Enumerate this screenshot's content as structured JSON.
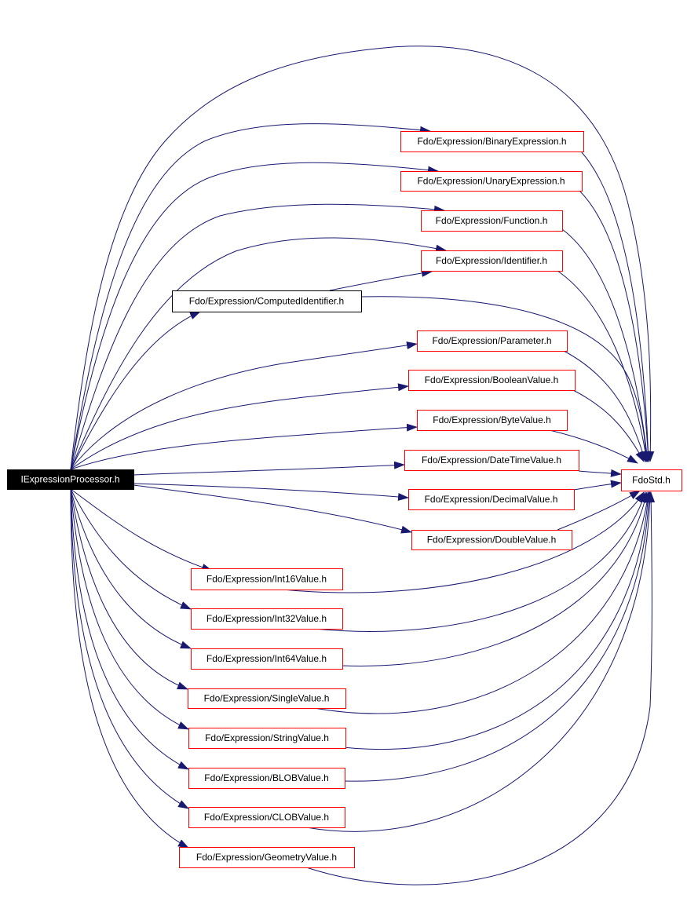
{
  "colors": {
    "edge": "#191970",
    "root_fill": "#000000",
    "root_text": "#ffffff",
    "include_border_red": "#ff0000",
    "include_border_black": "#000000",
    "text": "#000000",
    "background": "#ffffff"
  },
  "graph": {
    "root": "IExpressionProcessor.h",
    "target": "FdoStd.h",
    "nodes": [
      {
        "id": "root",
        "label": "IExpressionProcessor.h",
        "style": "root"
      },
      {
        "id": "binary",
        "label": "Fdo/Expression/BinaryExpression.h",
        "style": "red"
      },
      {
        "id": "unary",
        "label": "Fdo/Expression/UnaryExpression.h",
        "style": "red"
      },
      {
        "id": "function",
        "label": "Fdo/Expression/Function.h",
        "style": "red"
      },
      {
        "id": "identifier",
        "label": "Fdo/Expression/Identifier.h",
        "style": "red"
      },
      {
        "id": "computed",
        "label": "Fdo/Expression/ComputedIdentifier.h",
        "style": "black"
      },
      {
        "id": "parameter",
        "label": "Fdo/Expression/Parameter.h",
        "style": "red"
      },
      {
        "id": "boolean",
        "label": "Fdo/Expression/BooleanValue.h",
        "style": "red"
      },
      {
        "id": "byte",
        "label": "Fdo/Expression/ByteValue.h",
        "style": "red"
      },
      {
        "id": "datetime",
        "label": "Fdo/Expression/DateTimeValue.h",
        "style": "red"
      },
      {
        "id": "decimal",
        "label": "Fdo/Expression/DecimalValue.h",
        "style": "red"
      },
      {
        "id": "double",
        "label": "Fdo/Expression/DoubleValue.h",
        "style": "red"
      },
      {
        "id": "int16",
        "label": "Fdo/Expression/Int16Value.h",
        "style": "red"
      },
      {
        "id": "int32",
        "label": "Fdo/Expression/Int32Value.h",
        "style": "red"
      },
      {
        "id": "int64",
        "label": "Fdo/Expression/Int64Value.h",
        "style": "red"
      },
      {
        "id": "single",
        "label": "Fdo/Expression/SingleValue.h",
        "style": "red"
      },
      {
        "id": "string",
        "label": "Fdo/Expression/StringValue.h",
        "style": "red"
      },
      {
        "id": "blob",
        "label": "Fdo/Expression/BLOBValue.h",
        "style": "red"
      },
      {
        "id": "clob",
        "label": "Fdo/Expression/CLOBValue.h",
        "style": "red"
      },
      {
        "id": "geometry",
        "label": "Fdo/Expression/GeometryValue.h",
        "style": "red"
      },
      {
        "id": "fdostd",
        "label": "FdoStd.h",
        "style": "red"
      }
    ]
  }
}
